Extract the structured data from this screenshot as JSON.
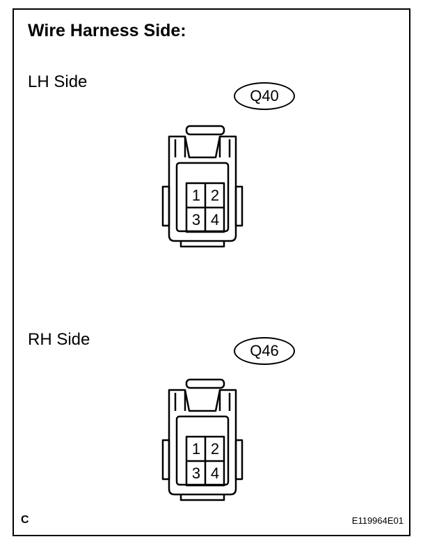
{
  "title": "Wire Harness Side:",
  "sides": [
    {
      "label": "LH Side",
      "connector_code": "Q40",
      "pins": [
        "1",
        "2",
        "3",
        "4"
      ]
    },
    {
      "label": "RH Side",
      "connector_code": "Q46",
      "pins": [
        "1",
        "2",
        "3",
        "4"
      ]
    }
  ],
  "corner_letter": "C",
  "figure_code": "E119964E01",
  "icons": {
    "connector": "connector-outline-icon"
  }
}
